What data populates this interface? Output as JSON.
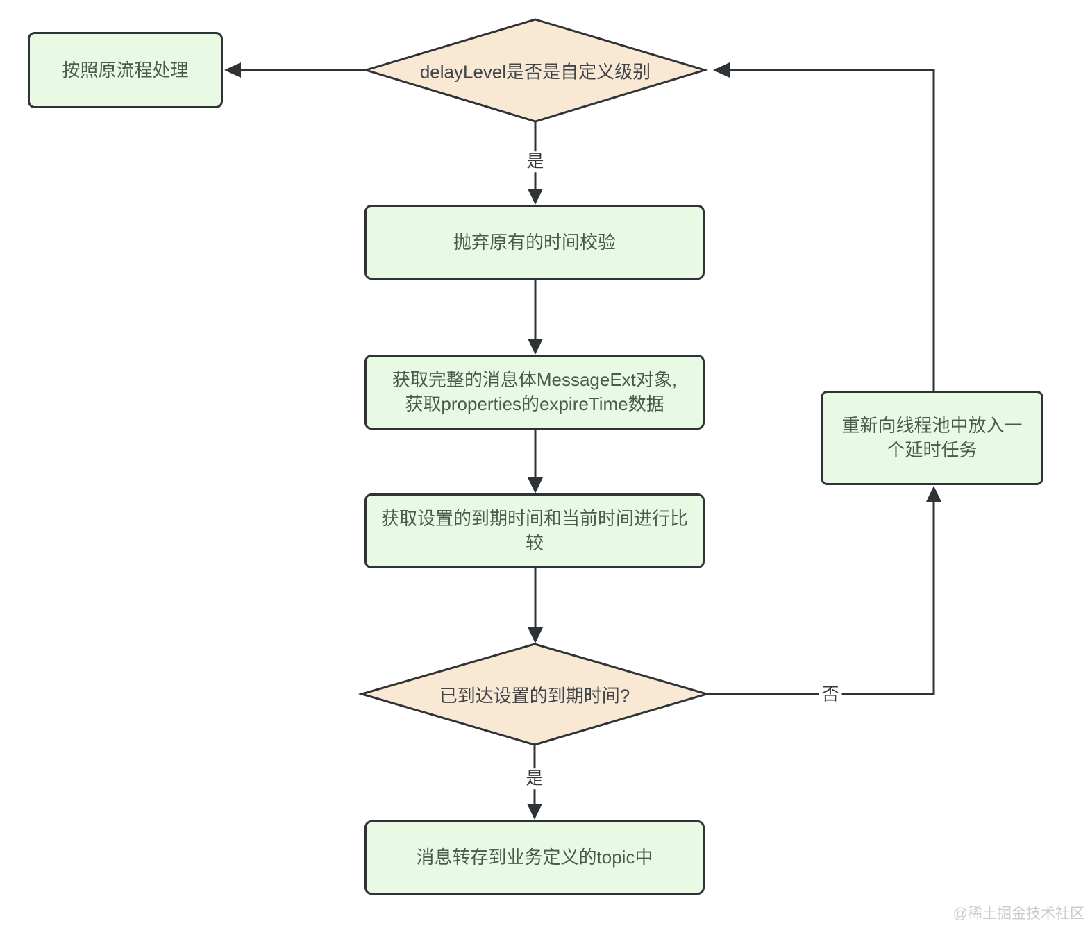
{
  "diagram": {
    "watermark": "@稀土掘金技术社区",
    "colors": {
      "process_fill": "#e8fae4",
      "decision_fill": "#f8e8d4",
      "stroke": "#2f3336",
      "process_text": "#4b5a4e",
      "decision_text": "#3f4449",
      "edge_label_text": "#35393d",
      "watermark_text": "#cccccc"
    },
    "nodes": {
      "process_original": {
        "label": "按照原流程处理"
      },
      "decision_delaylevel": {
        "label": "delayLevel是否是自定义级别"
      },
      "discard_time_check": {
        "label": "抛弃原有的时间校验"
      },
      "get_message_ext": {
        "lines": [
          "获取完整的消息体MessageExt对象,",
          "获取properties的expireTime数据"
        ]
      },
      "compare_time": {
        "lines": [
          "获取设置的到期时间和当前时间进行比",
          "较"
        ]
      },
      "decision_expired": {
        "label": "已到达设置的到期时间?"
      },
      "requeue_task": {
        "lines": [
          "重新向线程池中放入一",
          "个延时任务"
        ]
      },
      "forward_topic": {
        "label": "消息转存到业务定义的topic中"
      }
    },
    "edge_labels": {
      "yes_top": "是",
      "yes_bottom": "是",
      "no_right": "否"
    }
  }
}
